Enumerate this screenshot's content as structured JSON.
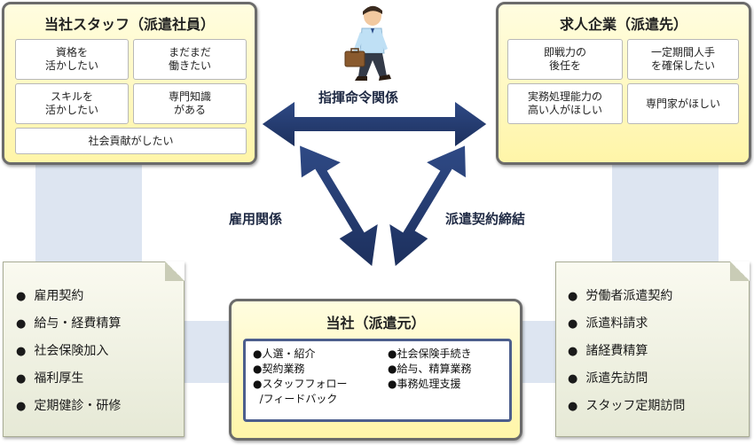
{
  "staff_panel": {
    "title": "当社スタッフ（派遣社員）",
    "items": [
      "資格を\n活かしたい",
      "まだまだ\n働きたい",
      "スキルを\n活かしたい",
      "専門知識\nがある",
      "社会貢献がしたい"
    ]
  },
  "client_panel": {
    "title": "求人企業（派遣先）",
    "items": [
      "即戦力の\n後任を",
      "一定期間人手\nを確保したい",
      "実務処理能力の\n高い人がほしい",
      "専門家がほしい"
    ]
  },
  "company_panel": {
    "title": "当社（派遣元）",
    "duties_left": [
      "●人選・紹介",
      "●契約業務",
      "●スタッフフォロー",
      "  /フィードバック"
    ],
    "duties_right": [
      "●社会保険手続き",
      "●給与、精算業務",
      "●事務処理支援"
    ]
  },
  "relations": {
    "top": "指揮命令関係",
    "left": "雇用関係",
    "right": "派遣契約締結"
  },
  "left_note": {
    "items": [
      "雇用契約",
      "給与・経費精算",
      "社会保険加入",
      "福利厚生",
      "定期健診・研修"
    ]
  },
  "right_note": {
    "items": [
      "労働者派遣契約",
      "派遣料請求",
      "諸経費精算",
      "派遣先訪問",
      "スタッフ定期訪問"
    ]
  },
  "colors": {
    "arrow": "#243a6e",
    "panel_fill": "#fff5a8",
    "panel_border": "#6b6b6b",
    "connector": "#dde5f1",
    "duty_border": "#4c5e8d"
  }
}
